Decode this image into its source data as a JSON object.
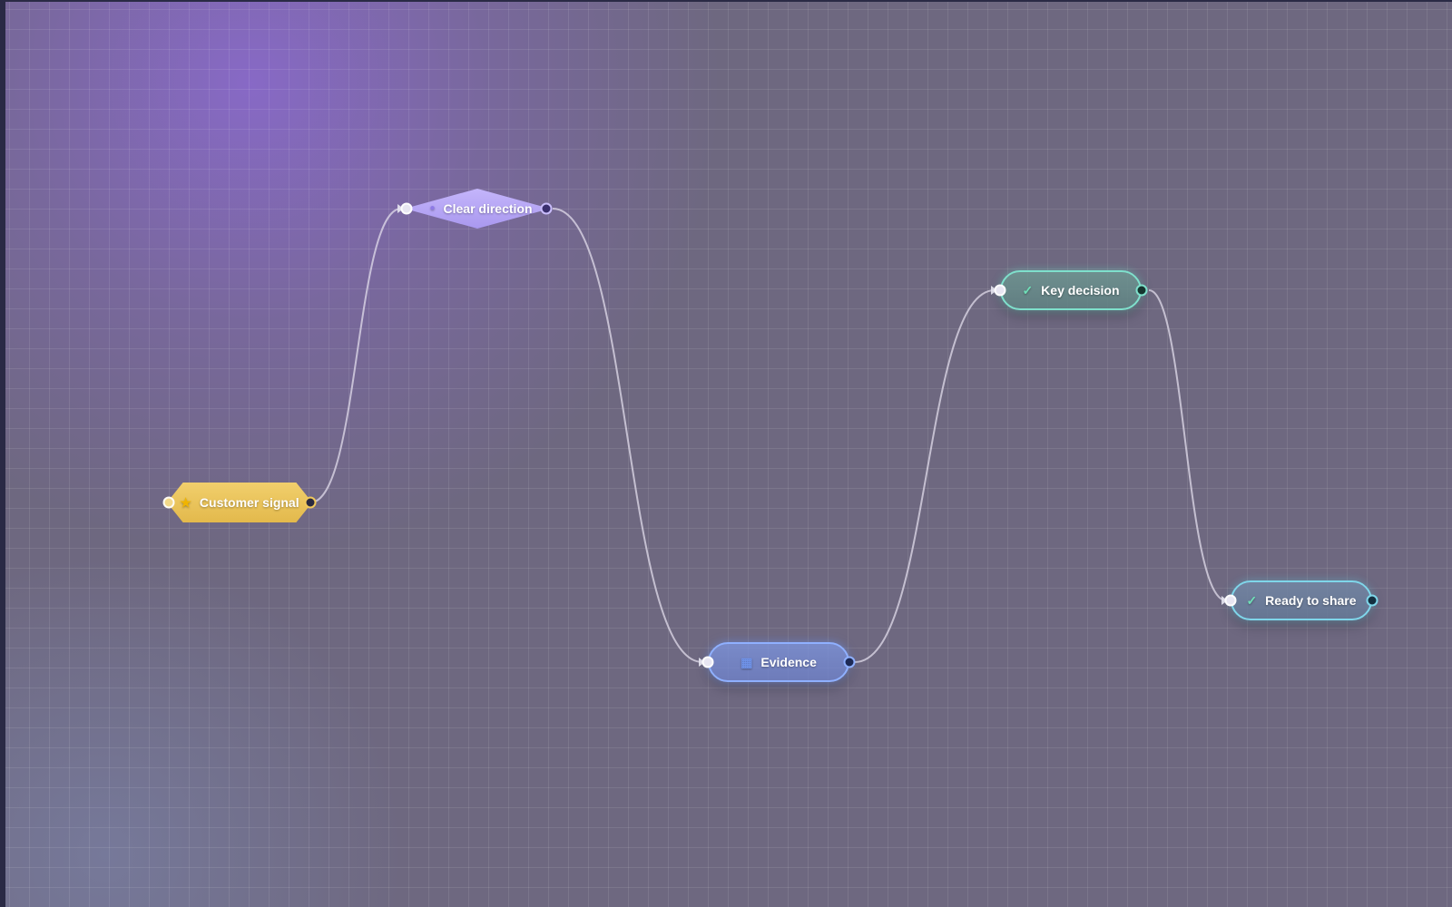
{
  "nodes": {
    "customer_signal": {
      "label": "Customer signal",
      "icon": "star-icon",
      "color": "#e8c05a",
      "shape": "hexagon"
    },
    "clear_direction": {
      "label": "Clear direction",
      "icon": "circle-icon",
      "color": "#b4a4f6",
      "shape": "diamond"
    },
    "evidence": {
      "label": "Evidence",
      "icon": "grid-icon",
      "color": "#7f9ce6",
      "shape": "pill"
    },
    "key_decision": {
      "label": "Key decision",
      "icon": "check-icon",
      "color": "#7fe0cc",
      "shape": "pill"
    },
    "ready_to_share": {
      "label": "Ready to share",
      "icon": "check-icon",
      "color": "#7fd6ea",
      "shape": "pill"
    }
  },
  "edges": [
    {
      "from": "customer_signal",
      "to": "clear_direction"
    },
    {
      "from": "clear_direction",
      "to": "evidence"
    },
    {
      "from": "evidence",
      "to": "key_decision"
    },
    {
      "from": "key_decision",
      "to": "ready_to_share"
    }
  ],
  "colors": {
    "background": "#6e6880",
    "accent_glow": "#8c69d2",
    "edge": "#e1dceb"
  }
}
